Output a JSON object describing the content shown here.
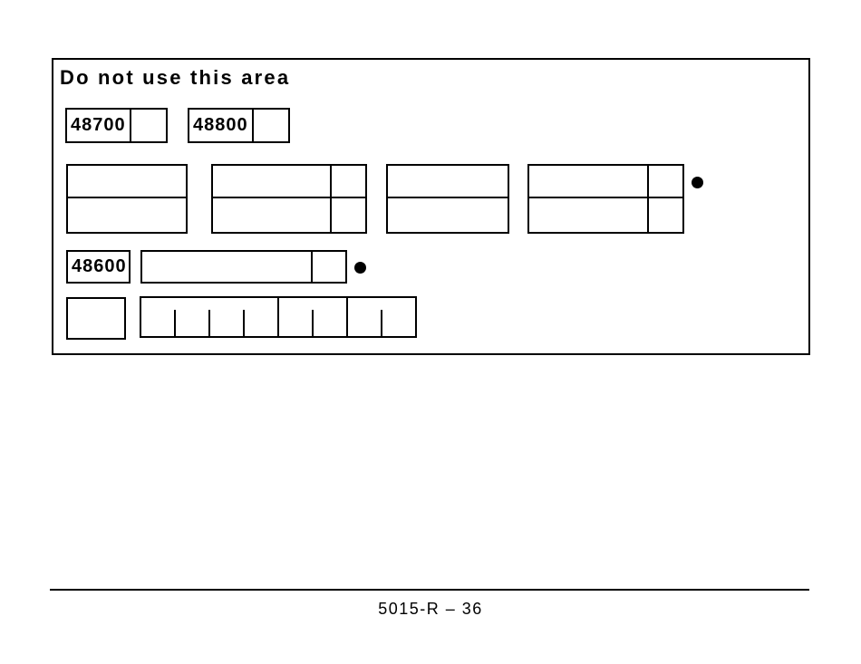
{
  "colors": {
    "ink": "#000000",
    "paper": "#ffffff"
  },
  "do_not_use_area": {
    "title": "Do not use this area",
    "keying_boxes": [
      {
        "code": "48700"
      },
      {
        "code": "48800"
      }
    ],
    "amount_box": {
      "code": "48600"
    },
    "bullet_icon": "●",
    "date_comb": {
      "cell_count": 8,
      "group_pattern": "4-2-2"
    }
  },
  "footer": {
    "page_ref": "5015-R – 36"
  }
}
